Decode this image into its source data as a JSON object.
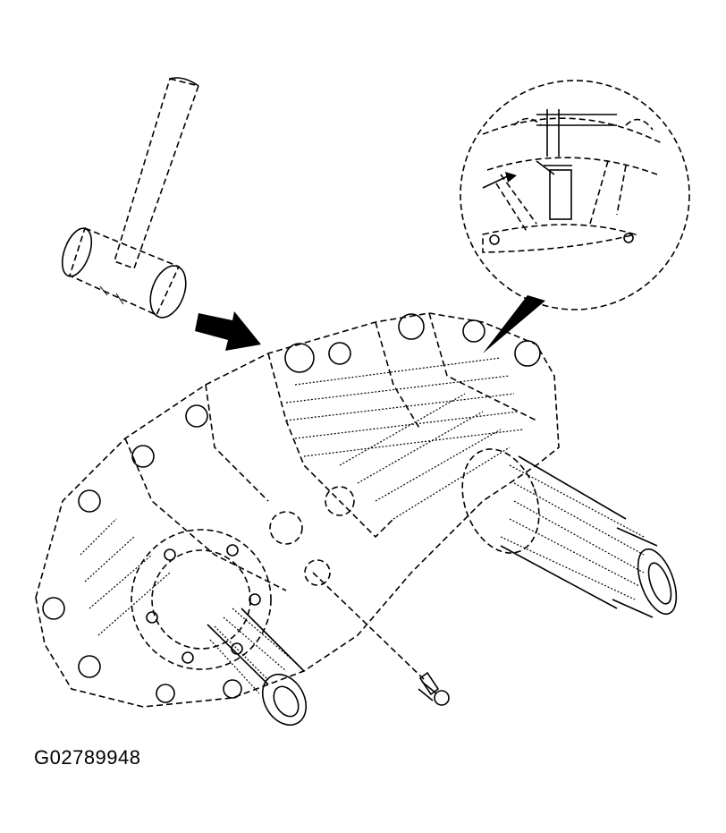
{
  "figure": {
    "code": "G02789948",
    "parts": [
      "hammer-icon",
      "direction-arrow-icon",
      "detail-magnifier-icon",
      "transfer-case-housing",
      "output-shaft",
      "input-shaft",
      "bolt-icon"
    ]
  }
}
